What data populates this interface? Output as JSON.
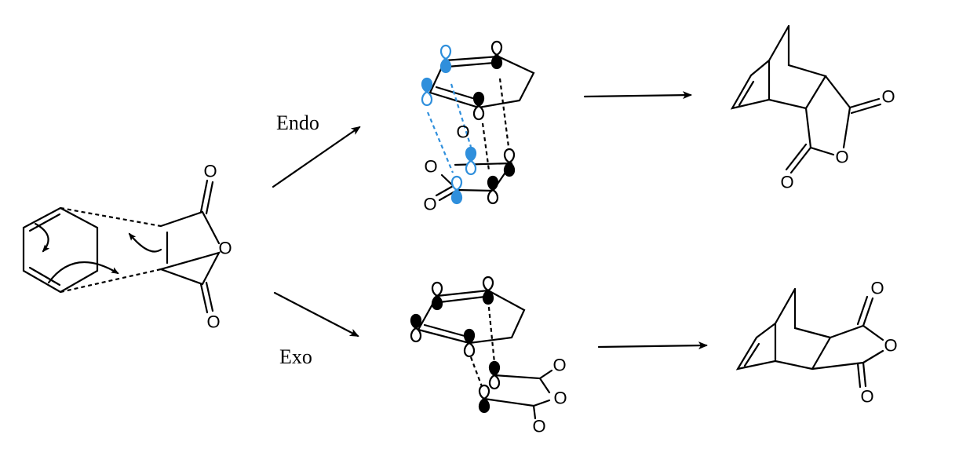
{
  "labels": {
    "endo": "Endo",
    "exo": "Exo"
  },
  "atom_symbol": "O",
  "colors": {
    "bond": "#000000",
    "endo_orbital": "#2f8fdc",
    "background": "#ffffff"
  }
}
